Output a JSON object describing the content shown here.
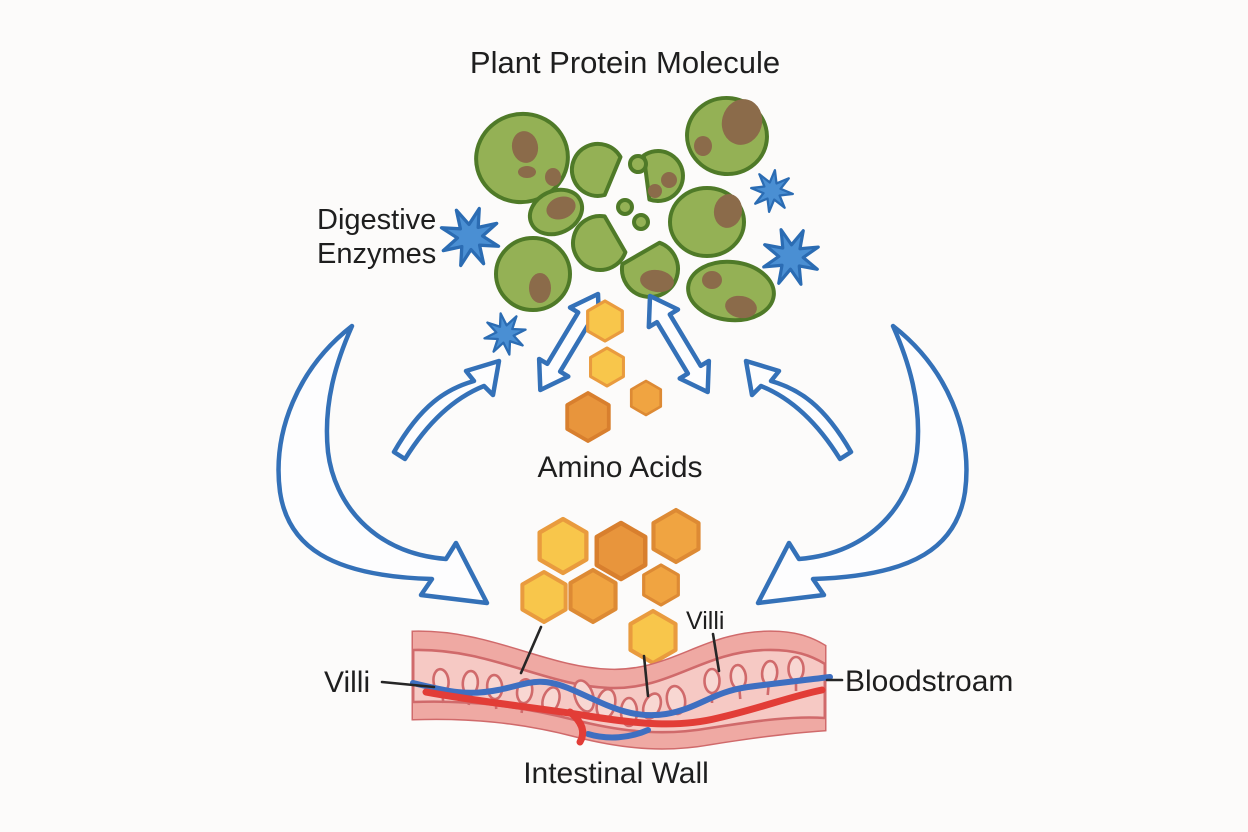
{
  "title": "Plant Protein Molecule",
  "labels": {
    "digestive_line1": "Digestive",
    "digestive_line2": "Enzymes",
    "amino_acids": "Amino Acids",
    "villi": "Villi",
    "villi_small": "Villi",
    "bloodstream": "Bloodstroam",
    "intestinal_wall": "Intestinal Wall"
  },
  "colors": {
    "ink": "#1e1e1e",
    "green": "#94b155",
    "greenDark": "#4f7a28",
    "brown": "#8b6b4a",
    "starFill": "#4a8fd3",
    "starStroke": "#2b6cb3",
    "arrowFill": "#fdfdfe",
    "arrowStroke": "#3471b8",
    "hexYellow": "#f8c64b",
    "hexYellowStroke": "#e99b3e",
    "hexOrange": "#f0a441",
    "hexOrangeStroke": "#dd8a34",
    "hexOrangeDark": "#e8953c",
    "hexOrangeDarkStroke": "#d87f2e",
    "wallLight": "#f6c9c4",
    "wallMid": "#efa9a3",
    "wallStroke": "#d06a6b",
    "vesselRed": "#e23d37",
    "vesselBlue": "#3e6fc1"
  }
}
